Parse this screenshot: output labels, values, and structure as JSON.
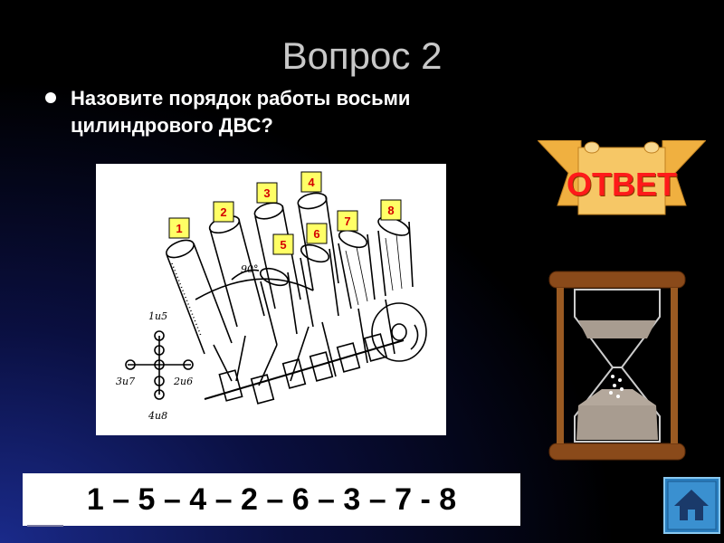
{
  "slide": {
    "title": "Вопрос 2",
    "question": "Назовите порядок работы восьми цилиндрового ДВС?",
    "answer_button_label": "ОТВЕТ",
    "answer_sequence": "1 – 5 – 4 – 2 – 6 – 3 – 7 - 8"
  },
  "diagram": {
    "cylinder_labels": [
      "1",
      "2",
      "3",
      "4",
      "5",
      "6",
      "7",
      "8"
    ],
    "angle_label": "90°",
    "crank_labels": [
      "1и5",
      "3и7",
      "2и6",
      "4и8"
    ]
  },
  "colors": {
    "accent": "#f0b040",
    "answer_text": "#ff1a1a",
    "label_fill": "#ffff66",
    "label_text": "#d40000",
    "home_button": "#2a7fc0"
  },
  "icons": {
    "home": "home-icon",
    "hourglass": "hourglass-icon"
  }
}
